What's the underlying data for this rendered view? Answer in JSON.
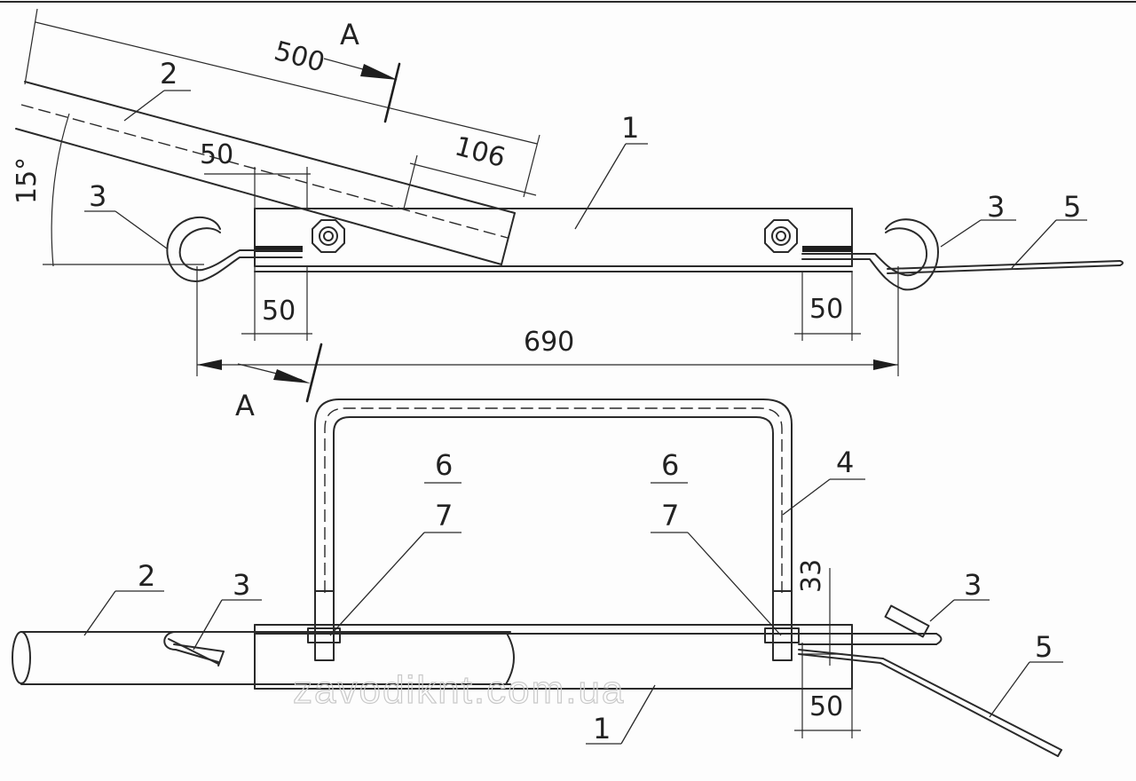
{
  "labels": {
    "part_1": "1",
    "part_2": "2",
    "part_3": "3",
    "part_4": "4",
    "part_5": "5",
    "part_6": "6",
    "part_7": "7"
  },
  "section": {
    "marker": "A"
  },
  "dimensions": {
    "d500": "500",
    "d106": "106",
    "d50": "50",
    "d690": "690",
    "d33": "33",
    "angle": "15°"
  },
  "watermark": "zavodiknt.com.ua"
}
